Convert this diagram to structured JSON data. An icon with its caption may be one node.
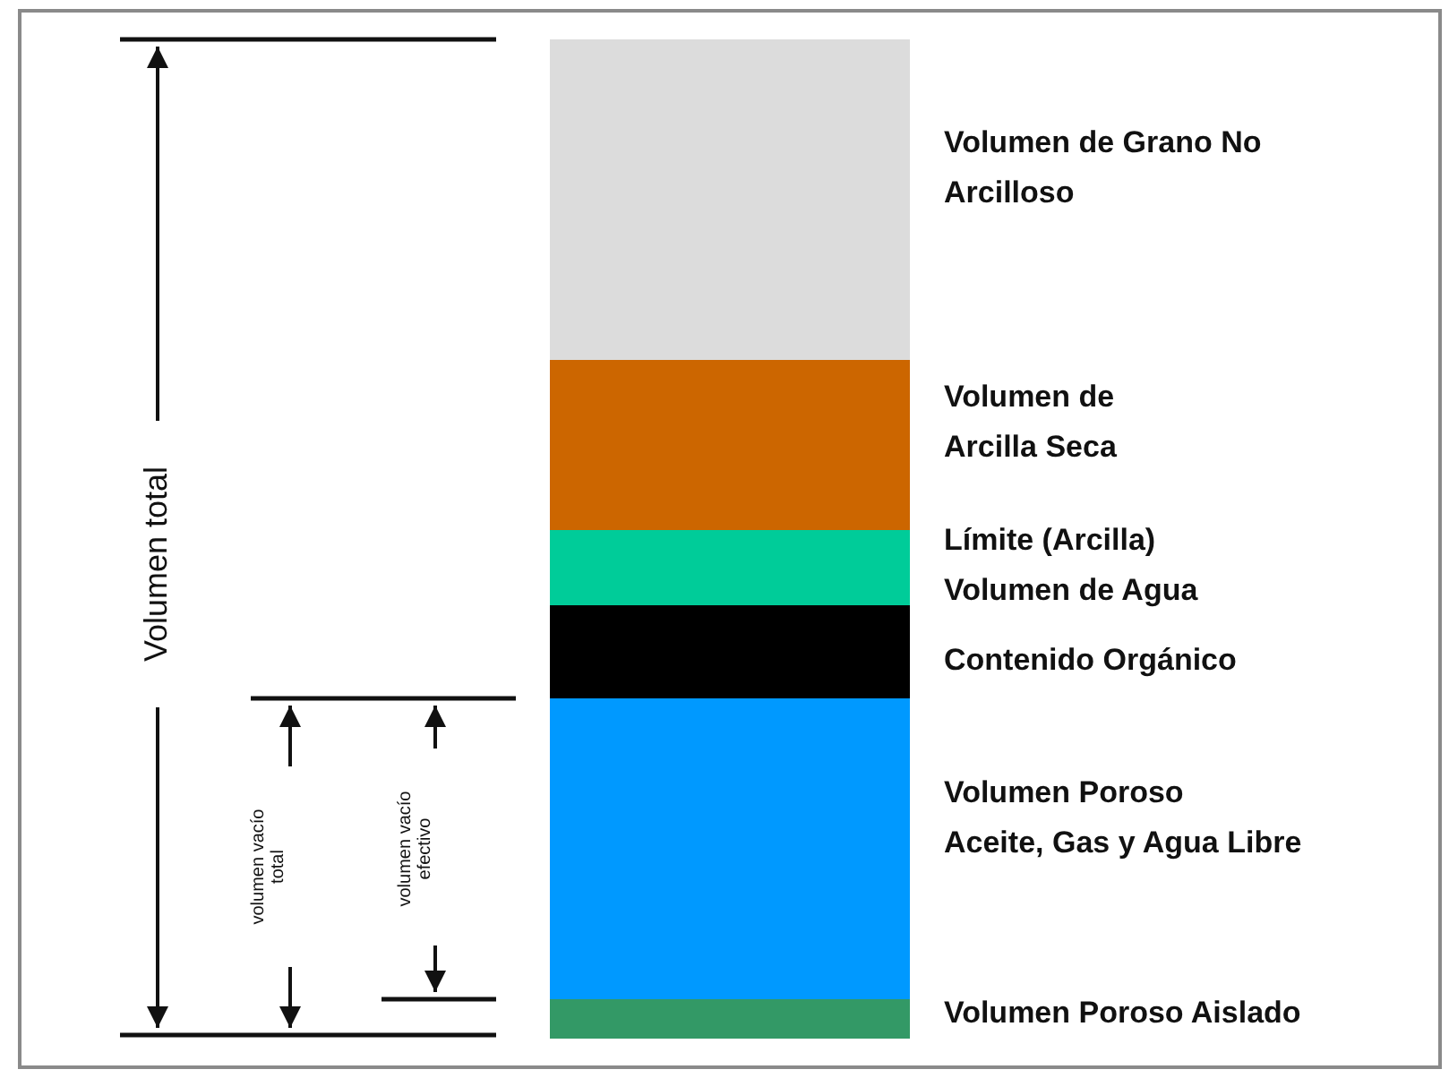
{
  "diagram": {
    "nodes": [
      {
        "text": [],
        "shape": "bar",
        "beside": [
          "Volumen de Grano No Arcilloso"
        ]
      },
      {
        "text": [],
        "shape": "bar",
        "beside": [
          "Volumen de Arcilla Seca"
        ]
      },
      {
        "text": [],
        "shape": "bar",
        "beside": [
          "Límite (Arcilla) Volumen de Agua"
        ]
      },
      {
        "text": [],
        "shape": "bar",
        "beside": [
          "Contenido Orgánico"
        ]
      },
      {
        "text": [],
        "shape": "bar",
        "beside": [
          "Volumen Poroso",
          "Aceite, Gas y Agua Libre"
        ]
      },
      {
        "text": [],
        "shape": "bar",
        "beside": [
          "Volumen Poroso Aislado"
        ]
      }
    ],
    "labels": [
      "Volumen total",
      "volumen vacío total",
      "volumen vacío efectivo"
    ]
  }
}
